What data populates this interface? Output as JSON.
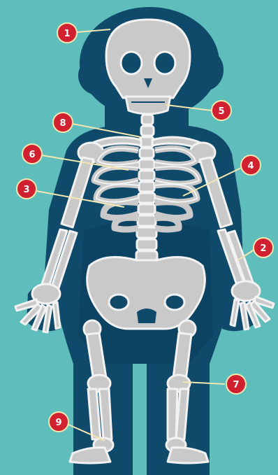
{
  "colors": {
    "background": "#5fbdbb",
    "silhouette": "#0f4a6b",
    "silhouette_dark": "#0b3652",
    "bone_fill": "#c9c9c9",
    "bone_outline": "#f2f2f2",
    "badge": "#d1202f",
    "leader_line": "#f3e8b0"
  },
  "labels": [
    {
      "id": "1",
      "text": "1"
    },
    {
      "id": "2",
      "text": "2"
    },
    {
      "id": "3",
      "text": "3"
    },
    {
      "id": "4",
      "text": "4"
    },
    {
      "id": "5",
      "text": "5"
    },
    {
      "id": "6",
      "text": "6"
    },
    {
      "id": "7",
      "text": "7"
    },
    {
      "id": "8",
      "text": "8"
    },
    {
      "id": "9",
      "text": "9"
    }
  ]
}
